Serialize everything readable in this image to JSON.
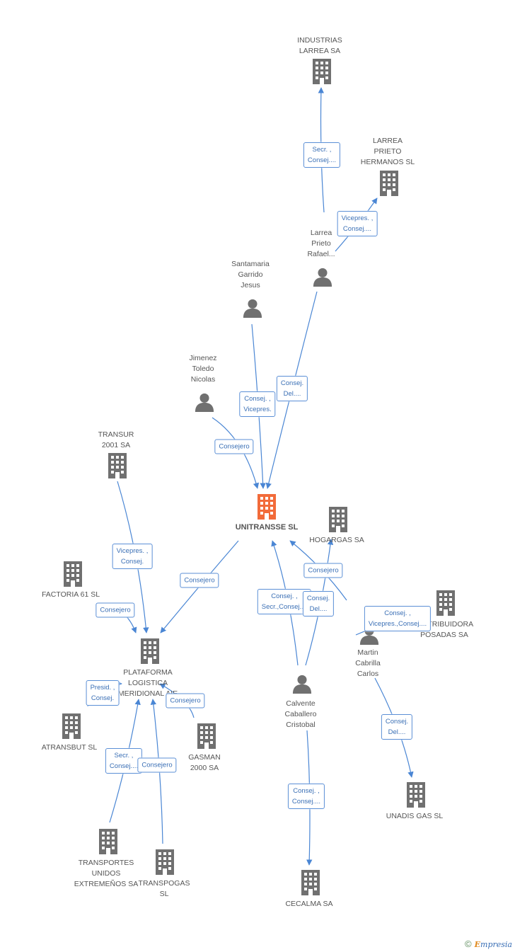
{
  "nodes": [
    {
      "id": "unitransse",
      "label": "UNITRANSSE SL",
      "kind": "company",
      "main": true
    },
    {
      "id": "industrias_larrea",
      "label": "INDUSTRIAS\nLARREA SA",
      "kind": "company"
    },
    {
      "id": "larrea_prieto_hermanos",
      "label": "LARREA\nPRIETO\nHERMANOS SL",
      "kind": "company"
    },
    {
      "id": "larrea_prieto_rafael",
      "label": "Larrea\nPrieto\nRafael...",
      "kind": "person"
    },
    {
      "id": "santamaria",
      "label": "Santamaria\nGarrido\nJesus",
      "kind": "person"
    },
    {
      "id": "jimenez",
      "label": "Jimenez\nToledo\nNicolas",
      "kind": "person"
    },
    {
      "id": "transur",
      "label": "TRANSUR\n2001 SA",
      "kind": "company"
    },
    {
      "id": "hogargas",
      "label": "HOGARGAS SA",
      "kind": "company"
    },
    {
      "id": "factoria61",
      "label": "FACTORIA 61 SL",
      "kind": "company"
    },
    {
      "id": "distribuidora",
      "label": "DISTRIBUIDORA\nPOSADAS SA",
      "kind": "company"
    },
    {
      "id": "plataforma",
      "label": "PLATAFORMA\nLOGISTICA\nMERIDIONAL AIE",
      "kind": "company"
    },
    {
      "id": "martin",
      "label": "Martin\nCabrilla\nCarlos",
      "kind": "person"
    },
    {
      "id": "calvente",
      "label": "Calvente\nCaballero\nCristobal",
      "kind": "person"
    },
    {
      "id": "atransbut",
      "label": "ATRANSBUT  SL",
      "kind": "company"
    },
    {
      "id": "gasman",
      "label": "GASMAN\n2000 SA",
      "kind": "company"
    },
    {
      "id": "unadis",
      "label": "UNADIS GAS SL",
      "kind": "company"
    },
    {
      "id": "transportes_unidos",
      "label": "TRANSPORTES\nUNIDOS\nEXTREMEÑOS SA",
      "kind": "company"
    },
    {
      "id": "transpogas",
      "label": "TRANSPOGAS\nSL",
      "kind": "company"
    },
    {
      "id": "cecalma",
      "label": "CECALMA SA",
      "kind": "company"
    }
  ],
  "edges": [
    {
      "from": "larrea_prieto_rafael",
      "to": "industrias_larrea",
      "label": "Secr. ,\nConsej...."
    },
    {
      "from": "larrea_prieto_rafael",
      "to": "larrea_prieto_hermanos",
      "label": "Vicepres. ,\nConsej...."
    },
    {
      "from": "larrea_prieto_rafael",
      "to": "unitransse",
      "label": "Consej.\nDel...."
    },
    {
      "from": "santamaria",
      "to": "unitransse",
      "label": "Consej. ,\nVicepres."
    },
    {
      "from": "jimenez",
      "to": "unitransse",
      "label": "Consejero"
    },
    {
      "from": "unitransse",
      "to": "plataforma",
      "label": "Consejero"
    },
    {
      "from": "transur",
      "to": "plataforma",
      "label": "Vicepres. ,\nConsej."
    },
    {
      "from": "factoria61",
      "to": "plataforma",
      "label": "Consejero"
    },
    {
      "from": "calvente",
      "to": "unitransse",
      "label": "Consej. ,\nSecr.,Consej...."
    },
    {
      "from": "calvente",
      "to": "hogargas",
      "label": "Consej.\nDel...."
    },
    {
      "from": "martin",
      "to": "unitransse",
      "label": "Consejero"
    },
    {
      "from": "martin",
      "to": "distribuidora",
      "label": "Consej. ,\nVicepres.,Consej...."
    },
    {
      "from": "martin",
      "to": "unadis",
      "label": "Consej.\nDel...."
    },
    {
      "from": "atransbut",
      "to": "plataforma",
      "label": "Presid. ,\nConsej."
    },
    {
      "from": "gasman",
      "to": "plataforma",
      "label": "Consejero"
    },
    {
      "from": "transportes_unidos",
      "to": "plataforma",
      "label": "Secr. ,\nConsej...."
    },
    {
      "from": "transpogas",
      "to": "plataforma",
      "label": "Consejero"
    },
    {
      "from": "calvente",
      "to": "cecalma",
      "label": "Consej. ,\nConsej...."
    }
  ],
  "footer": {
    "copyright": "©",
    "brand_e": "E",
    "brand_rest": "mpresia"
  },
  "colors": {
    "edge": "#4a86d4",
    "company": "#707070",
    "main": "#f26b3a",
    "person": "#707070",
    "label_text": "#555555"
  }
}
